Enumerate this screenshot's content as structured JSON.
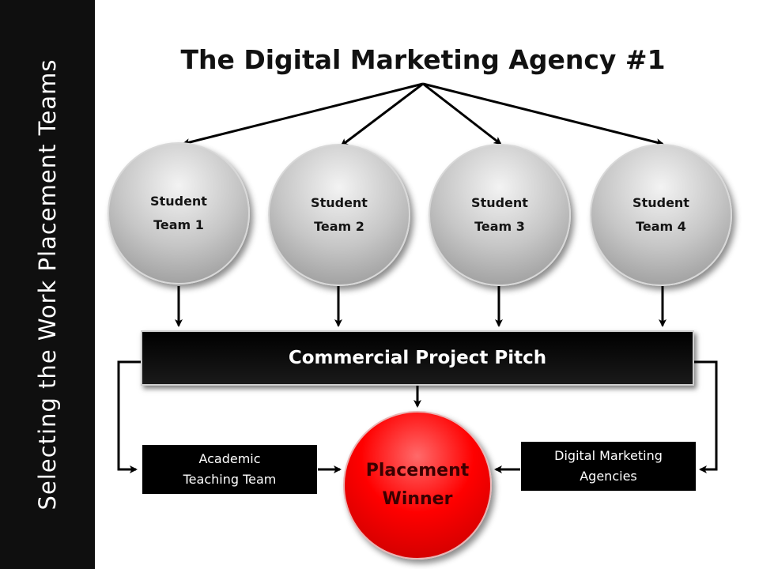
{
  "sidebar": {
    "title": "Selecting the Work Placement Teams"
  },
  "diagram": {
    "title": "The Digital Marketing Agency #1",
    "teams": [
      {
        "label": "Student Team 1"
      },
      {
        "label": "Student Team 2"
      },
      {
        "label": "Student Team 3"
      },
      {
        "label": "Student Team 4"
      }
    ],
    "pitch": {
      "label": "Commercial Project Pitch"
    },
    "winner": {
      "label": "Placement Winner"
    },
    "academic": {
      "label": "Academic Teaching Team"
    },
    "agencies": {
      "label": "Digital Marketing Agencies"
    }
  },
  "colors": {
    "team_fill": "#c6c6c6",
    "pitch_fill": "#000000",
    "winner_fill": "#ff0000",
    "sidebar_fill": "#0f0f0f"
  }
}
